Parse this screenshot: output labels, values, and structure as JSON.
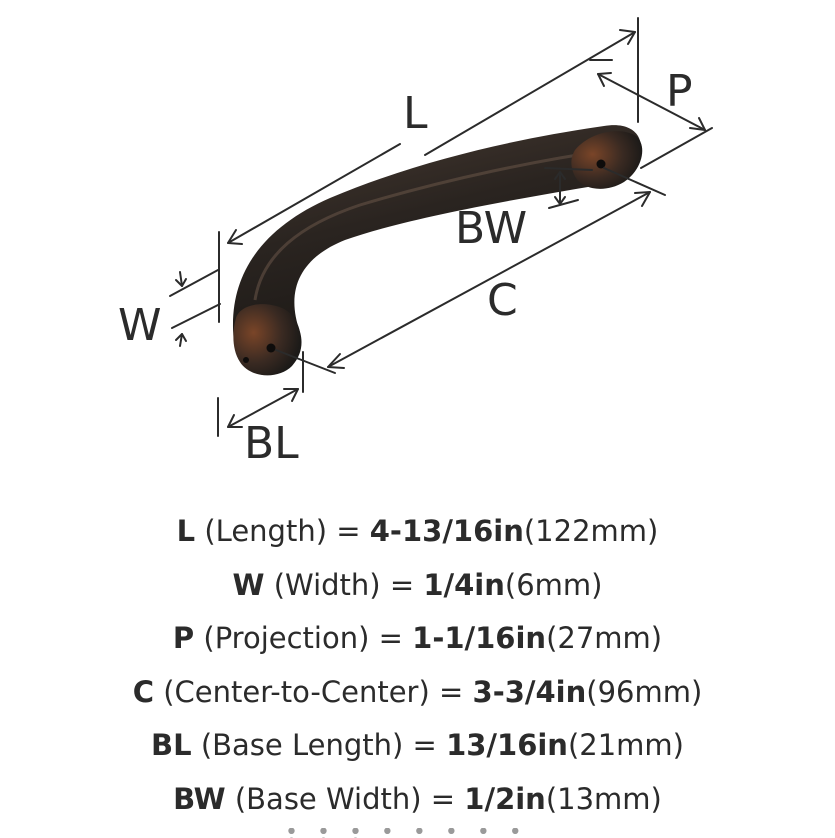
{
  "labels": {
    "L": "L",
    "P": "P",
    "BW": "BW",
    "C": "C",
    "W": "W",
    "BL": "BL"
  },
  "colors": {
    "handle_dark": "#1c1a18",
    "handle_mid": "#3a3029",
    "handle_bronze": "#6b3b22",
    "line": "#2b2b2b",
    "text": "#2b2b2b"
  },
  "specs": [
    {
      "symbol": "L",
      "desc": " (Length) = ",
      "value": "4-13/16in",
      "metric": "(122mm)"
    },
    {
      "symbol": "W",
      "desc": " (Width) = ",
      "value": "1/4in",
      "metric": "(6mm)"
    },
    {
      "symbol": "P",
      "desc": " (Projection) = ",
      "value": "1-1/16in",
      "metric": "(27mm)"
    },
    {
      "symbol": "C",
      "desc": " (Center-to-Center) = ",
      "value": "3-3/4in",
      "metric": "(96mm)"
    },
    {
      "symbol": "BL",
      "desc": " (Base Length) = ",
      "value": "13/16in",
      "metric": "(21mm)"
    },
    {
      "symbol": "BW",
      "desc": " (Base Width) = ",
      "value": "1/2in",
      "metric": "(13mm)"
    }
  ]
}
